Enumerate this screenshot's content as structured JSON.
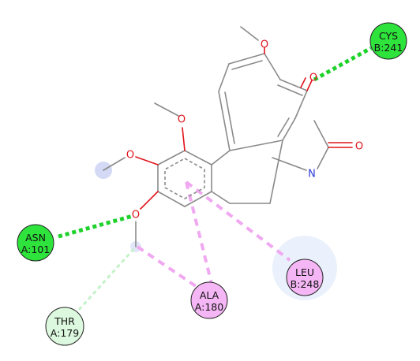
{
  "colors": {
    "conventional_hbond": "#1fd12b",
    "carbon_hbond": "#c4f2c9",
    "pi_alkyl": "#f0a8f0",
    "green_residue": "#2ee33b",
    "light_green_residue": "#dcf8de",
    "pink_residue": "#f4b6f4",
    "oxygen": "#e0141b",
    "nitrogen": "#2a3ad8",
    "carbon_bond": "#8a8a8a"
  },
  "atoms": {
    "o_top": "O",
    "o_ketone": "O",
    "o_ring1": "O",
    "o_ring2": "O",
    "o_ring3": "O",
    "n_amide": "N",
    "o_amide": "O"
  },
  "residues": {
    "cys": {
      "name": "CYS",
      "id": "B:241"
    },
    "asn": {
      "name": "ASN",
      "id": "A:101"
    },
    "thr": {
      "name": "THR",
      "id": "A:179"
    },
    "ala": {
      "name": "ALA",
      "id": "A:180"
    },
    "leu": {
      "name": "LEU",
      "id": "B:248"
    }
  }
}
